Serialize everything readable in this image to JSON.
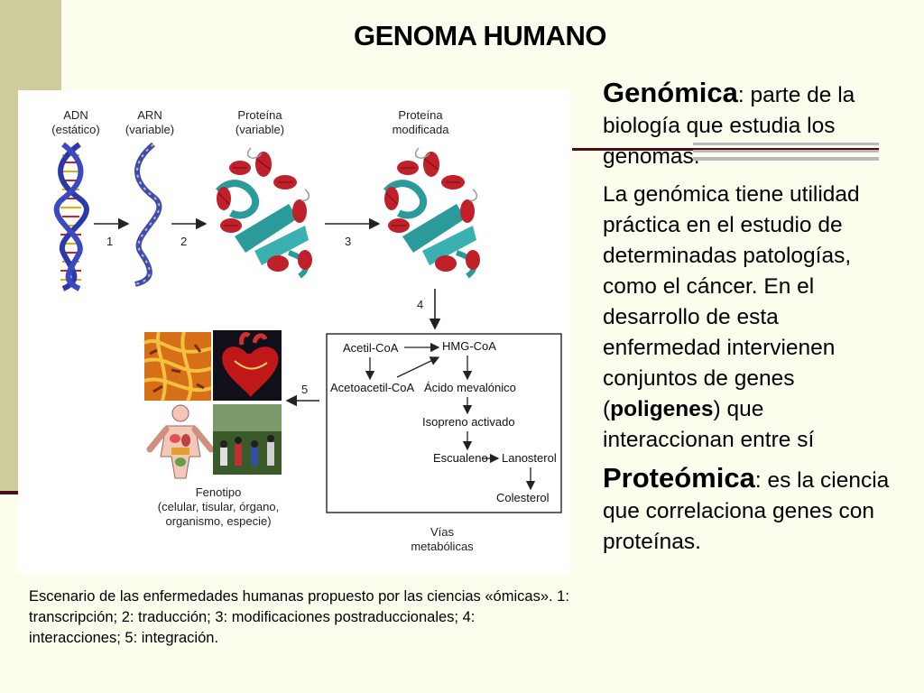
{
  "title": "GENOMA HUMANO",
  "figure": {
    "stages": {
      "adn": [
        "ADN",
        "(estático)"
      ],
      "arn": [
        "ARN",
        "(variable)"
      ],
      "proteina": [
        "Proteína",
        "(variable)"
      ],
      "proteina_mod": [
        "Proteína",
        "modificada"
      ]
    },
    "steps": [
      "1",
      "2",
      "3",
      "4",
      "5"
    ],
    "pathway": {
      "acetil": "Acetil-CoA",
      "hmg": "HMG-CoA",
      "acetoacetil": "Acetoacetil-CoA",
      "mevalonico": "Ácido mevalónico",
      "isopreno": "Isopreno activado",
      "escualeno": "Escualeno",
      "lanosterol": "Lanosterol",
      "colesterol": "Colesterol"
    },
    "fenotipo": [
      "Fenotipo",
      "(celular, tisular, órgano,",
      "organismo, especie)"
    ],
    "vias": [
      "Vías",
      "metabólicas"
    ]
  },
  "caption": "Escenario de las enfermedades humanas propuesto por las ciencias «ómicas». 1: transcripción; 2: traducción; 3: modificaciones postraduccionales; 4: interacciones; 5: integración.",
  "text": {
    "genomica_term": "Genómica",
    "genomica_def": ": parte de la biología que estudia los genomas.",
    "utility_before": "La genómica tiene utilidad práctica en el estudio de determinadas patologías, como el cáncer. En el desarrollo de esta enfermedad intervienen  conjuntos de genes (",
    "utility_bold": "poligenes",
    "utility_after": ") que interaccionan entre sí",
    "proteomica_term": "Proteómica",
    "proteomica_def": ": es la ciencia que correlaciona genes con proteínas."
  },
  "colors": {
    "accent_bar": "#cfcd9c",
    "rule": "#4a0f1f",
    "background": "#fdfdee",
    "helix_red": "#c0202a",
    "helix_teal": "#2a9a9a"
  }
}
